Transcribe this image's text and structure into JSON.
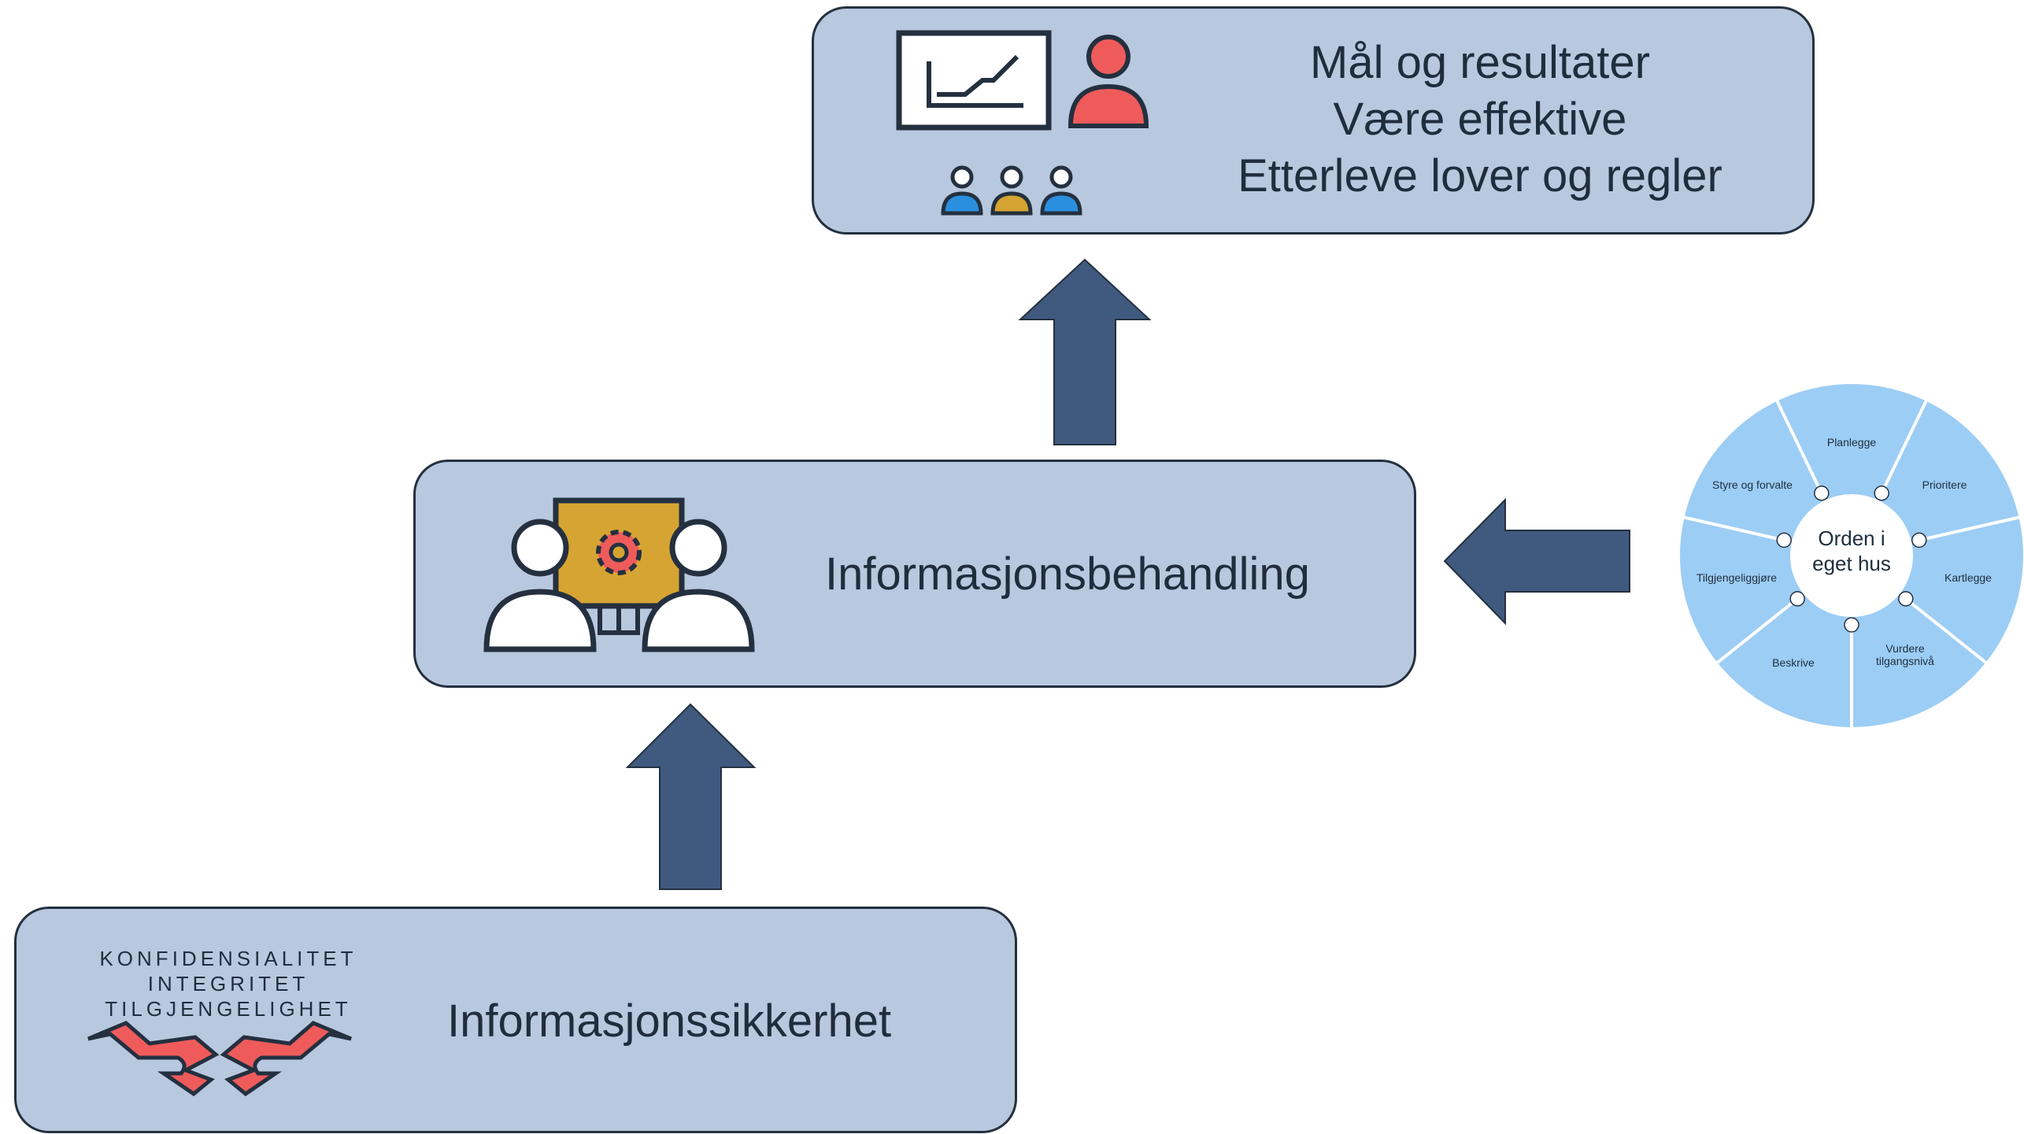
{
  "top": {
    "lines": [
      "Mål og resultater",
      "Være effektive",
      "Etterleve lover og regler"
    ]
  },
  "middle": {
    "title": "Informasjonsbehandling"
  },
  "bottom": {
    "title": "Informasjonssikkerhet",
    "cia": [
      "KONFIDENSIALITET",
      "INTEGRITET",
      "TILGJENGELIGHET"
    ]
  },
  "wheel": {
    "center": [
      "Orden i",
      "eget hus"
    ],
    "segments": [
      "Planlegge",
      "Prioritere",
      "Kartlegge",
      "Vurdere tilgangsnivå",
      "Beskrive",
      "Tilgjengeliggjøre",
      "Styre og forvalte"
    ]
  },
  "colors": {
    "box_fill": "#b8c8de",
    "box_border": "#24303f",
    "arrow": "#3f5a7e",
    "accent_red": "#ef5b5b",
    "accent_gold": "#d6a432",
    "accent_blue": "#2b8fe0",
    "wheel_outer": "#9ccdf5",
    "icon_dark": "#24303f"
  }
}
